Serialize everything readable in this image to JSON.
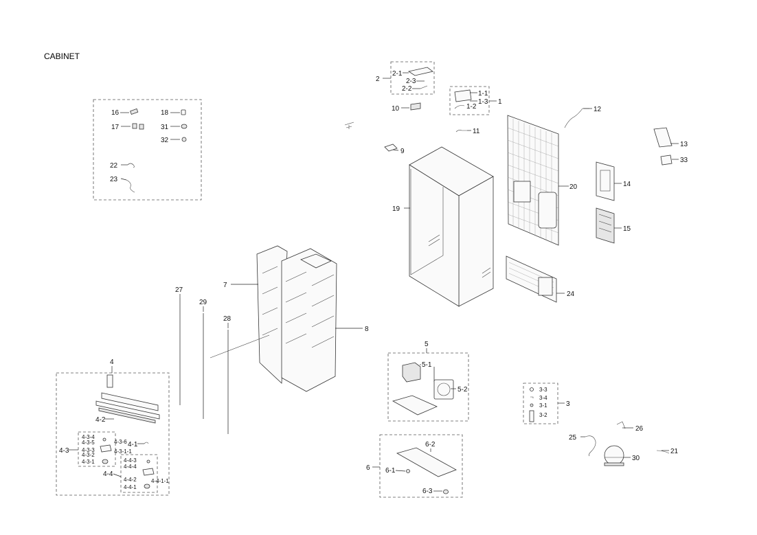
{
  "title": "CABINET",
  "labels": {
    "l1": "1",
    "l1_1": "1-1",
    "l1_2": "1-2",
    "l1_3": "1-3",
    "l2": "2",
    "l2_1": "2-1",
    "l2_2": "2-2",
    "l2_3": "2-3",
    "l3": "3",
    "l3_1": "3-1",
    "l3_2": "3-2",
    "l3_3": "3-3",
    "l3_4": "3-4",
    "l4": "4",
    "l4_1": "4-1",
    "l4_2": "4-2",
    "l4_3": "4-3",
    "l4_3_1": "4-3-1",
    "l4_3_1_1": "4-3-1-1",
    "l4_3_2": "4-3-2",
    "l4_3_3": "4-3-3",
    "l4_3_4": "4-3-4",
    "l4_3_5": "4-3-5",
    "l4_3_6": "4-3-6",
    "l4_4": "4-4",
    "l4_4_1": "4-4-1",
    "l4_4_1_1": "4-4-1-1",
    "l4_4_2": "4-4-2",
    "l4_4_3": "4-4-3",
    "l4_4_4": "4-4-4",
    "l5": "5",
    "l5_1": "5-1",
    "l5_2": "5-2",
    "l6": "6",
    "l6_1": "6-1",
    "l6_2": "6-2",
    "l6_3": "6-3",
    "l7": "7",
    "l8": "8",
    "l9": "9",
    "l10": "10",
    "l11": "11",
    "l12": "12",
    "l13": "13",
    "l14": "14",
    "l15": "15",
    "l16": "16",
    "l17": "17",
    "l18": "18",
    "l19": "19",
    "l20": "20",
    "l21": "21",
    "l22": "22",
    "l23": "23",
    "l24": "24",
    "l25": "25",
    "l26": "26",
    "l27": "27",
    "l28": "28",
    "l29": "29",
    "l30": "30",
    "l31": "31",
    "l32": "32",
    "l33": "33"
  }
}
